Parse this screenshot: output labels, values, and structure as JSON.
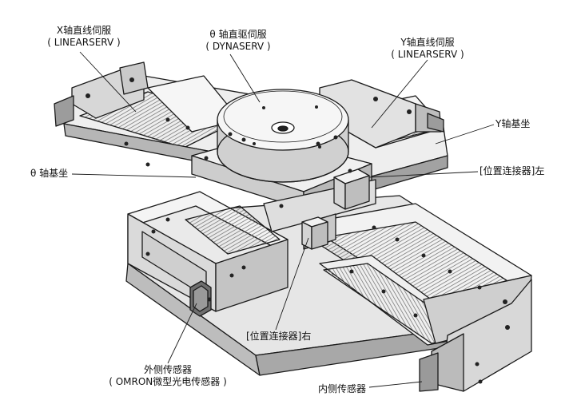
{
  "labels": {
    "x_axis_servo": {
      "line1": "X轴直线伺服",
      "line2": "( LINEARSERV )"
    },
    "theta_servo": {
      "line1": "θ 轴直驱伺服",
      "line2": "( DYNASERV )"
    },
    "y_axis_servo": {
      "line1": "Y轴直线伺服",
      "line2": "( LINEARSERV )"
    },
    "y_base": "Y轴基坐",
    "theta_base": "θ 轴基坐",
    "connector_left": "[位置连接器]左",
    "connector_right": "[位置连接器]右",
    "outer_sensor": {
      "line1": "外侧传感器",
      "line2": "( OMRON微型光电传感器 )"
    },
    "inner_sensor": "内侧传感器"
  },
  "colors": {
    "line": "#1a1a1a",
    "face_light": "#f4f4f4",
    "face_mid": "#dcdcdc",
    "face_dark": "#9a9a9a",
    "hatch": "#6a6a6a"
  }
}
